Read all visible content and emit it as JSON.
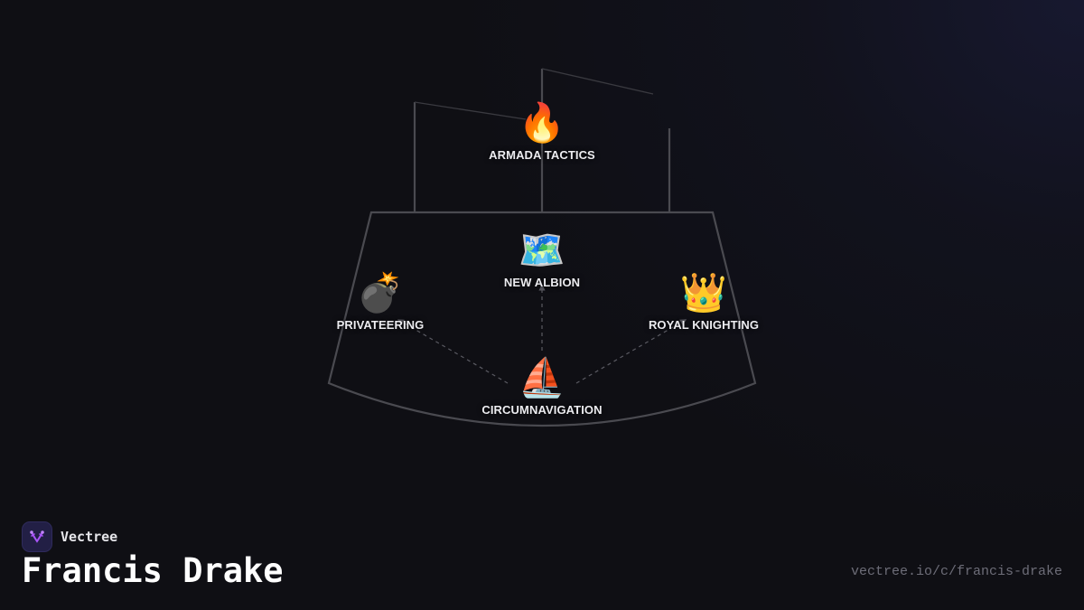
{
  "page": {
    "brand_name": "Vectree",
    "title": "Francis Drake",
    "url": "vectree.io/c/francis-drake"
  },
  "colors": {
    "background": "#0f0f14",
    "line": "#4a4a50",
    "label": "#ececf0",
    "brand_accent": "#a855f7",
    "url_text": "#6d6d78"
  },
  "tree": {
    "nodes": [
      {
        "id": "armada-tactics",
        "label": "ARMADA TACTICS",
        "icon": "fire-icon",
        "emoji": "🔥"
      },
      {
        "id": "new-albion",
        "label": "NEW ALBION",
        "icon": "world-map-icon",
        "emoji": "🗺️"
      },
      {
        "id": "privateering",
        "label": "PRIVATEERING",
        "icon": "bomb-icon",
        "emoji": "💣"
      },
      {
        "id": "royal-knighting",
        "label": "ROYAL KNIGHTING",
        "icon": "crown-icon",
        "emoji": "👑"
      },
      {
        "id": "circumnavigation",
        "label": "CIRCUMNAVIGATION",
        "icon": "sailboat-icon",
        "emoji": "⛵"
      }
    ],
    "edges": [
      {
        "from": "circumnavigation",
        "to": "new-albion",
        "style": "dashed"
      },
      {
        "from": "circumnavigation",
        "to": "privateering",
        "style": "dashed"
      },
      {
        "from": "circumnavigation",
        "to": "royal-knighting",
        "style": "dashed"
      }
    ]
  }
}
